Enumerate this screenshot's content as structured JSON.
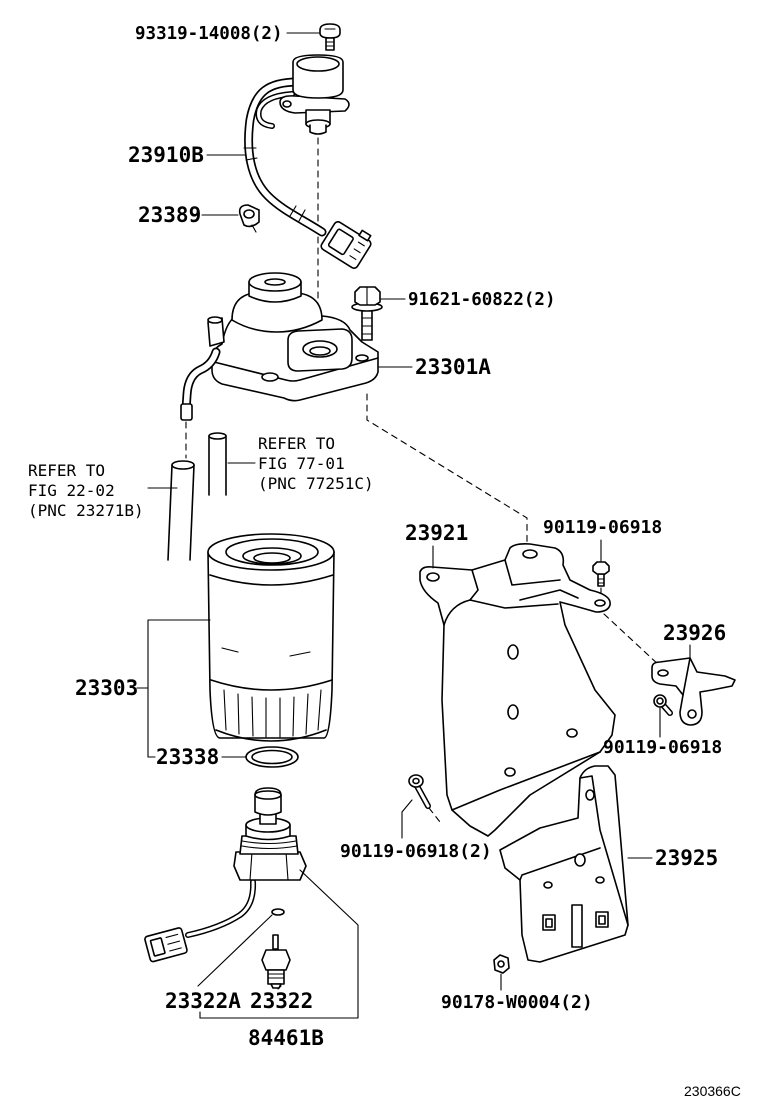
{
  "diagram": {
    "figure_id": "230366C",
    "callouts": {
      "top_bolt": "93319-14008(2)",
      "harness": "23910B",
      "clamp": "23389",
      "head_bolt": "91621-60822(2)",
      "head": "23301A",
      "bracket_main": "23921",
      "bracket_bolt_top": "90119-06918",
      "bracket_small": "23926",
      "element": "23303",
      "bracket_small_bolt": "90119-06918",
      "ring": "23338",
      "bracket_lower_bolt": "90119-06918(2)",
      "bracket_lower": "23925",
      "part_23322a": "23322A",
      "part_23322": "23322",
      "nut": "90178-W0004(2)",
      "assembly": "84461B"
    },
    "references": {
      "fig_77": [
        "REFER TO",
        "FIG 77-01",
        "(PNC 77251C)"
      ],
      "fig_22": [
        "REFER TO",
        "FIG 22-02",
        "(PNC 23271B)"
      ]
    }
  }
}
